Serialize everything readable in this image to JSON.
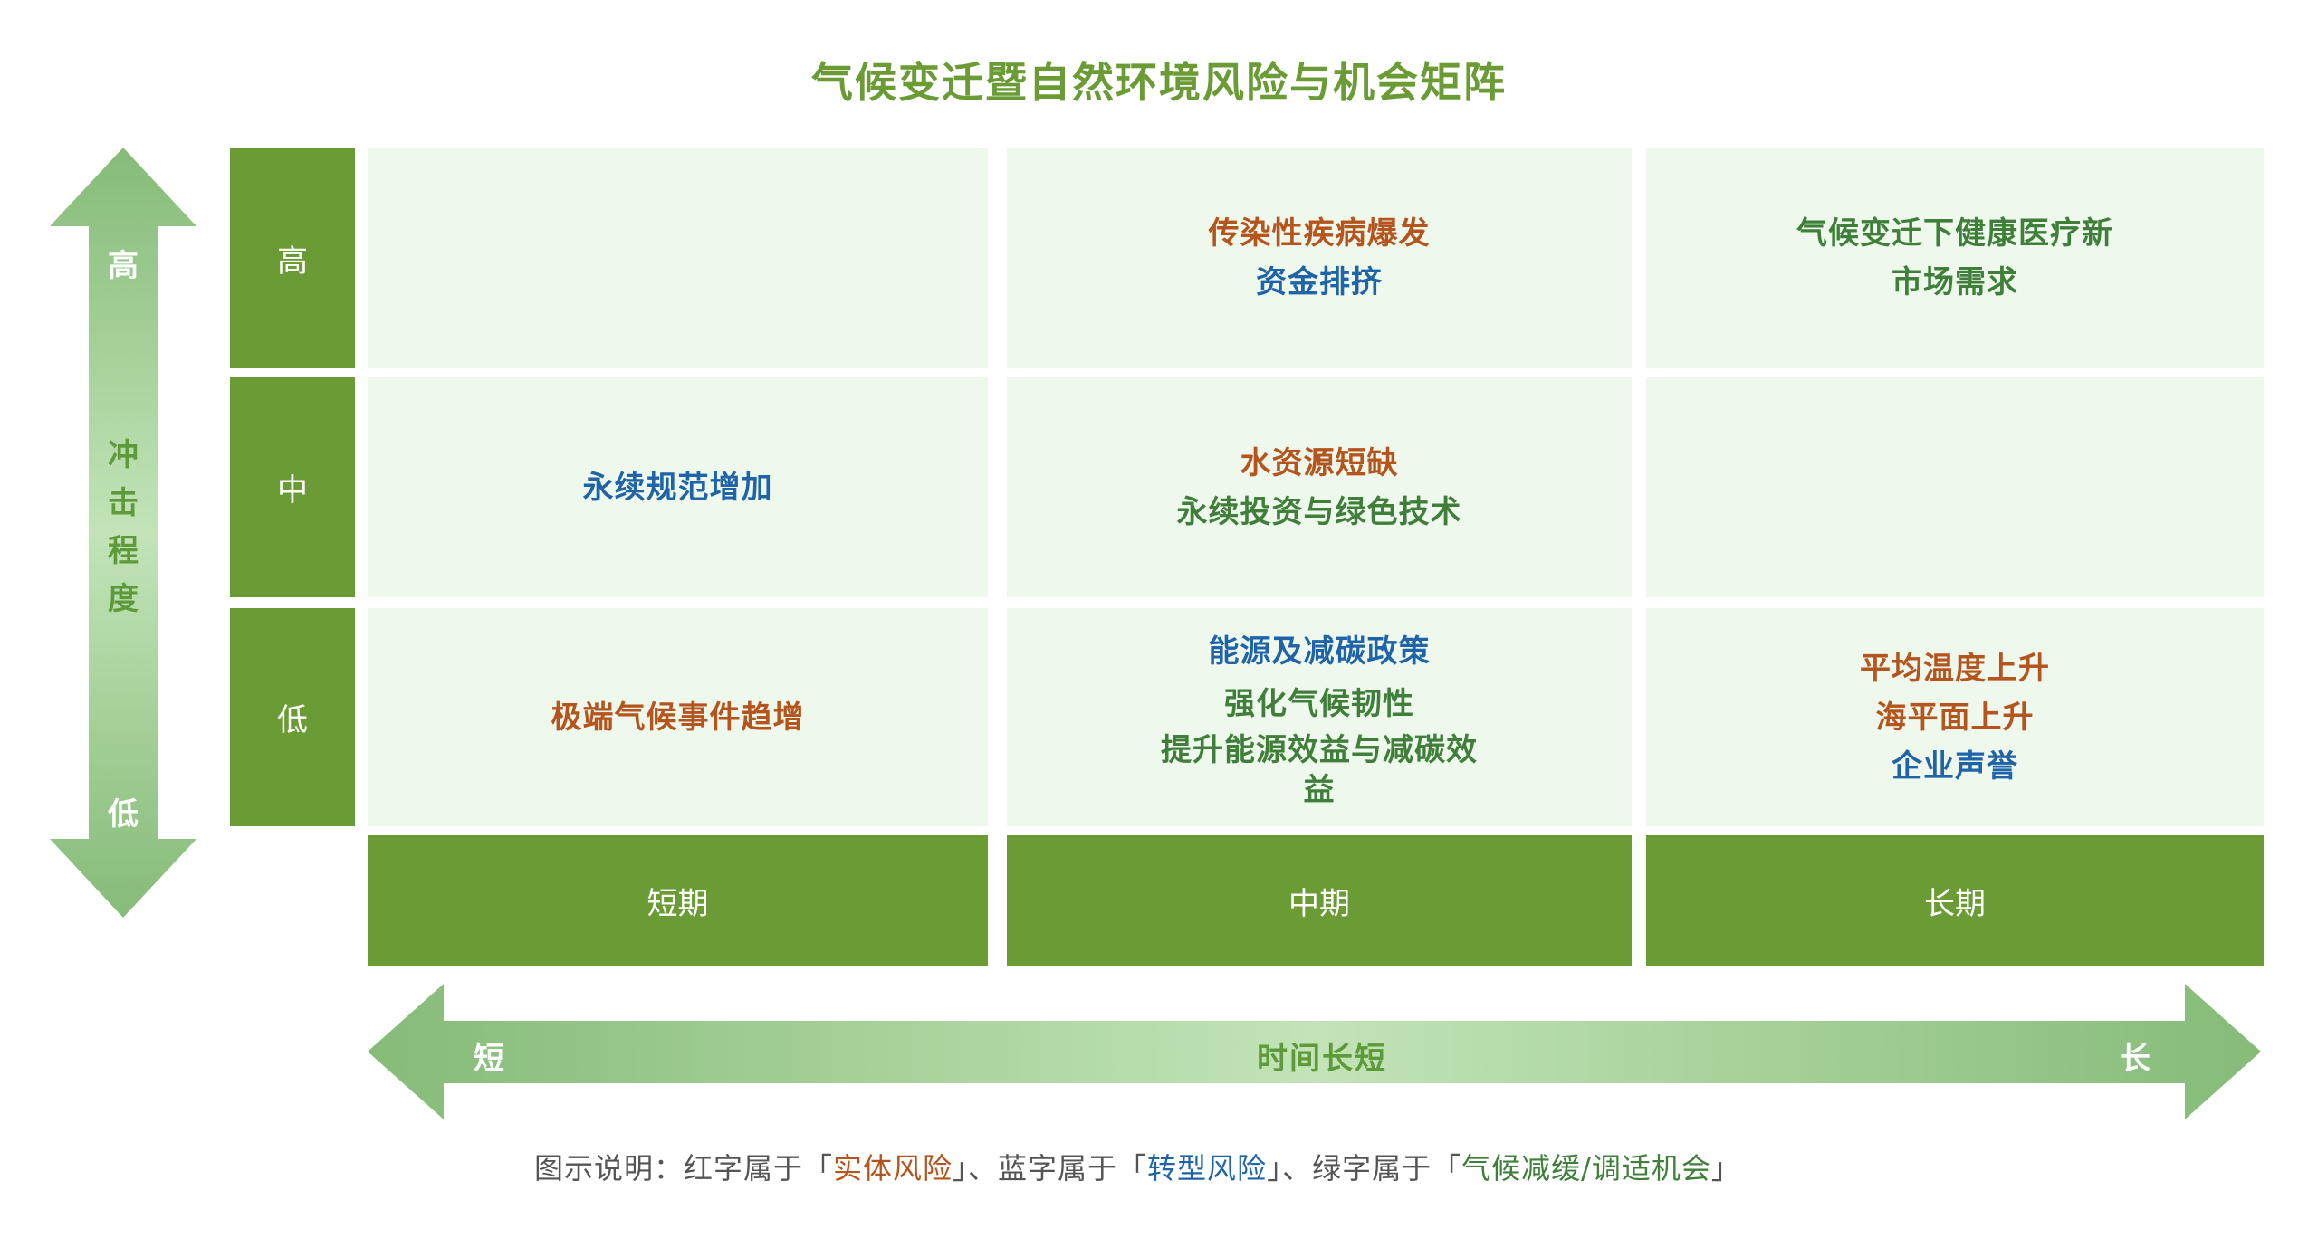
{
  "title": "气候变迁暨自然环境风险与机会矩阵",
  "vertical_axis": {
    "label_top": "高",
    "label_bottom": "低",
    "name_chars": [
      "冲",
      "击",
      "程",
      "度"
    ]
  },
  "rows": [
    {
      "label": "高"
    },
    {
      "label": "中"
    },
    {
      "label": "低"
    }
  ],
  "periods": [
    "短期",
    "中期",
    "长期"
  ],
  "cells": {
    "high": {
      "short": [],
      "mid": [
        {
          "text": "传染性疾病爆发",
          "type": "red"
        },
        {
          "text": "资金排挤",
          "type": "blue"
        }
      ],
      "long": [
        {
          "text": "气候变迁下健康医疗新市场需求",
          "type": "green"
        }
      ]
    },
    "mid": {
      "short": [
        {
          "text": "永续规范增加",
          "type": "blue"
        }
      ],
      "mid": [
        {
          "text": "水资源短缺",
          "type": "red"
        },
        {
          "text": "永续投资与绿色技术",
          "type": "green"
        }
      ],
      "long": []
    },
    "low": {
      "short": [
        {
          "text": "极端气候事件趋增",
          "type": "red"
        }
      ],
      "mid": [
        {
          "text": "能源及减碳政策",
          "type": "blue"
        },
        {
          "text": "强化气候韧性",
          "type": "green"
        },
        {
          "text": "提升能源效益与减碳效益",
          "type": "green"
        }
      ],
      "long": [
        {
          "text": "平均温度上升",
          "type": "red"
        },
        {
          "text": "海平面上升",
          "type": "red"
        },
        {
          "text": "企业声誉",
          "type": "blue"
        }
      ]
    }
  },
  "horizontal_axis": {
    "label_left": "短",
    "label_center": "时间长短",
    "label_right": "长"
  },
  "legend": {
    "prefix": "图示说明：红字属于「",
    "red": "实体风险",
    "mid1": "」、蓝字属于「",
    "blue": "转型风险",
    "mid2": "」、绿字属于「",
    "green": "气候减缓/调适机会",
    "suffix": "」"
  },
  "colors": {
    "header_green": "#6b9b35",
    "cell_bg": "#eef8ec",
    "red": "#b5541c",
    "blue": "#1f63a8",
    "green": "#3f7f3a"
  }
}
